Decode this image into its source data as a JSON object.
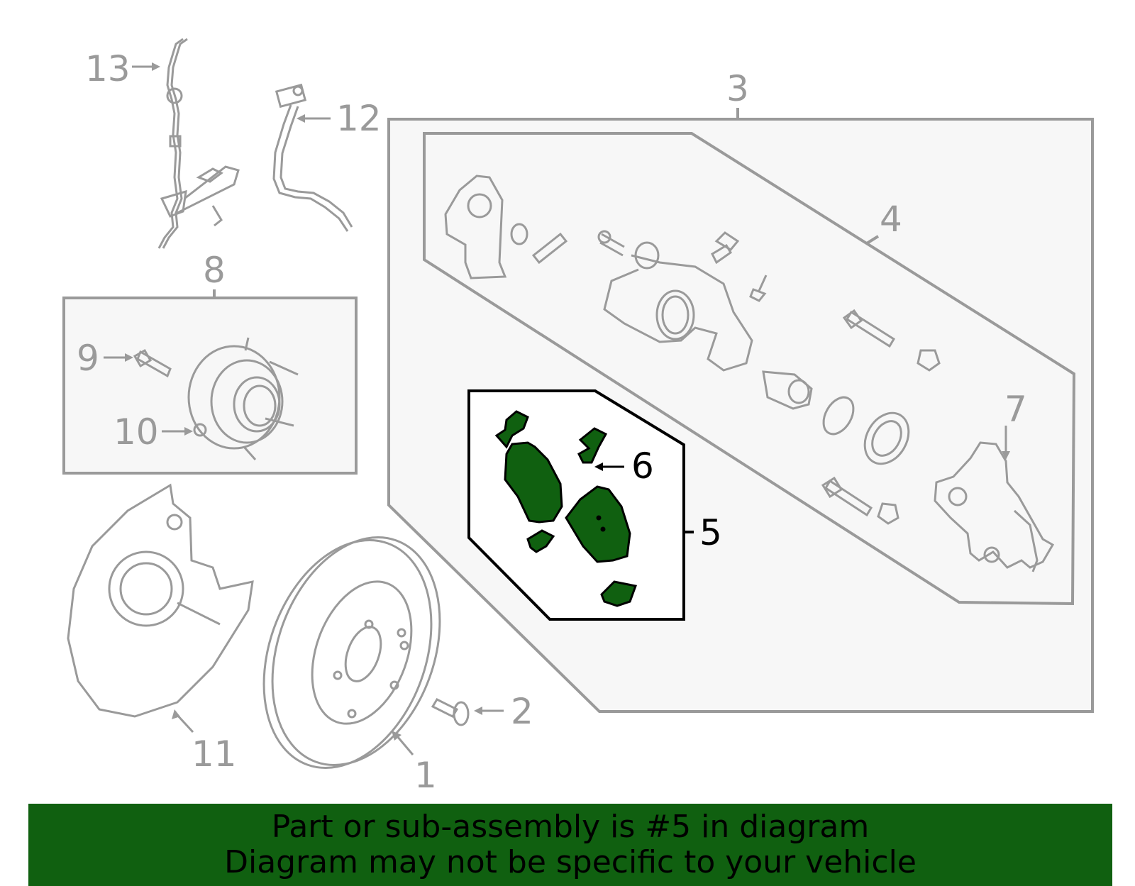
{
  "callouts": [
    {
      "id": "1",
      "label": "1"
    },
    {
      "id": "2",
      "label": "2"
    },
    {
      "id": "3",
      "label": "3"
    },
    {
      "id": "4",
      "label": "4"
    },
    {
      "id": "5",
      "label": "5"
    },
    {
      "id": "6",
      "label": "6"
    },
    {
      "id": "7",
      "label": "7"
    },
    {
      "id": "8",
      "label": "8"
    },
    {
      "id": "9",
      "label": "9"
    },
    {
      "id": "10",
      "label": "10"
    },
    {
      "id": "11",
      "label": "11"
    },
    {
      "id": "12",
      "label": "12"
    },
    {
      "id": "13",
      "label": "13"
    }
  ],
  "highlighted_part": "5",
  "colors": {
    "highlight_fill": "#106010",
    "part_stroke": "#9a9a9a",
    "box_fill": "#f7f7f7",
    "banner_bg": "#106010"
  },
  "banner": {
    "line1": "Part or sub-assembly is #5 in diagram",
    "line2": "Diagram may not be specific to your vehicle"
  }
}
